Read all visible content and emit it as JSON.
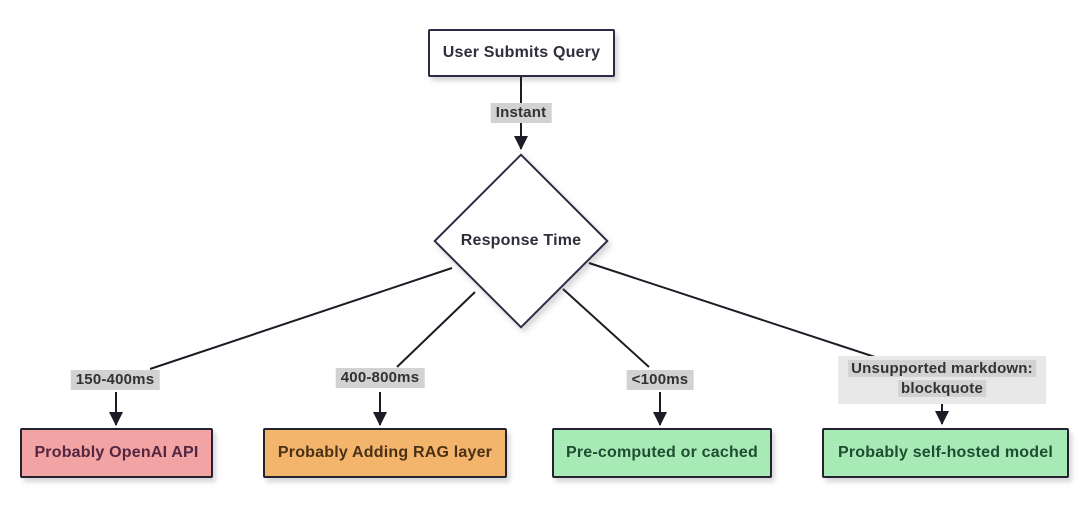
{
  "flowchart": {
    "nodes": {
      "start": {
        "label": "User Submits Query",
        "shape": "rectangle",
        "fill": "#ffffff",
        "text_color": "#2e2e3d",
        "border_color": "#2b2b43"
      },
      "decision": {
        "label": "Response Time",
        "shape": "diamond",
        "fill": "#ffffff",
        "text_color": "#2e2e3d",
        "border_color": "#2b2b43"
      },
      "openai": {
        "label": "Probably OpenAI API",
        "shape": "rectangle",
        "fill": "#f2a3a3",
        "text_color": "#522640",
        "border_color": "#23232f"
      },
      "rag": {
        "label": "Probably Adding RAG layer",
        "shape": "rectangle",
        "fill": "#f3b46b",
        "text_color": "#4a3116",
        "border_color": "#23232f"
      },
      "cached": {
        "label": "Pre-computed or cached",
        "shape": "rectangle",
        "fill": "#a7eab6",
        "text_color": "#1f4d31",
        "border_color": "#23232f"
      },
      "selfhosted": {
        "label": "Probably self-hosted model",
        "shape": "rectangle",
        "fill": "#a7eab6",
        "text_color": "#1f4d31",
        "border_color": "#23232f"
      }
    },
    "edges": {
      "instant": {
        "from": "start",
        "to": "decision",
        "label": "Instant"
      },
      "ms150_400": {
        "from": "decision",
        "to": "openai",
        "label": "150-400ms"
      },
      "ms400_800": {
        "from": "decision",
        "to": "rag",
        "label": "400-800ms"
      },
      "ms_under100": {
        "from": "decision",
        "to": "cached",
        "label": "<100ms"
      },
      "unsupported": {
        "from": "decision",
        "to": "selfhosted",
        "label_line1": "Unsupported markdown:",
        "label_line2": "blockquote"
      }
    },
    "colors": {
      "edge_line": "#1c1c26",
      "edge_label_bg": "#d2d2d2",
      "edge_label_outer_bg": "#e8e8e8",
      "edge_label_text": "#323232",
      "canvas_bg": "#ffffff"
    }
  }
}
